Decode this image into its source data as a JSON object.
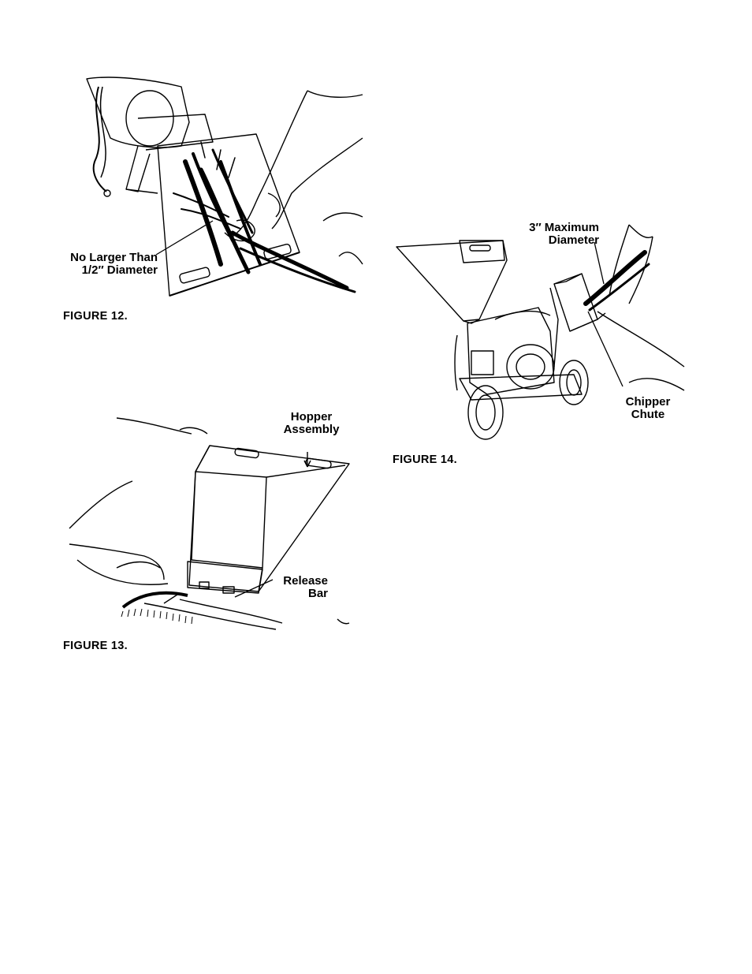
{
  "figure12": {
    "caption": "FIGURE 12.",
    "callout": {
      "line1": "No Larger Than",
      "line2": "1/2″ Diameter"
    }
  },
  "figure13": {
    "caption": "FIGURE 13.",
    "callout_hopper": {
      "line1": "Hopper",
      "line2": "Assembly"
    },
    "callout_release": {
      "line1": "Release",
      "line2": "Bar"
    }
  },
  "figure14": {
    "caption": "FIGURE 14.",
    "callout_diameter": {
      "line1": "3″ Maximum",
      "line2": "Diameter"
    },
    "callout_chute": {
      "line1": "Chipper",
      "line2": "Chute"
    }
  }
}
